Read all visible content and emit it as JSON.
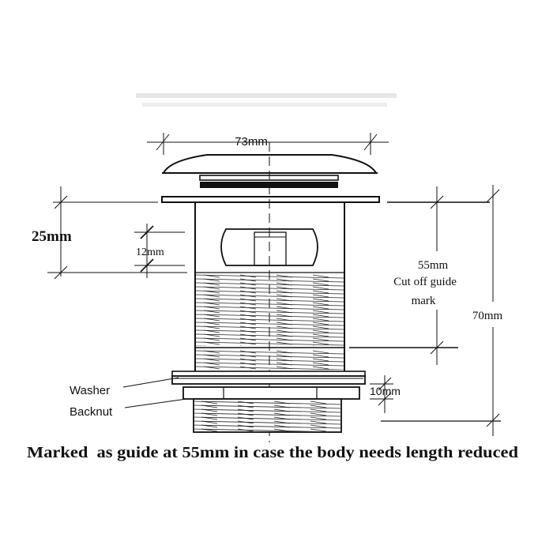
{
  "dimensions": {
    "cap_width": "73mm",
    "upper_height": "25mm",
    "slot_height": "12mm",
    "cut_off_length": "55mm",
    "cut_off_label_line1": "Cut off guide",
    "cut_off_label_line2": "mark",
    "total_height": "70mm",
    "backnut_height": "10mm"
  },
  "parts": {
    "washer": "Washer",
    "backnut": "Backnut"
  },
  "caption": "Marked  as guide at 55mm in case the body needs length reduced"
}
